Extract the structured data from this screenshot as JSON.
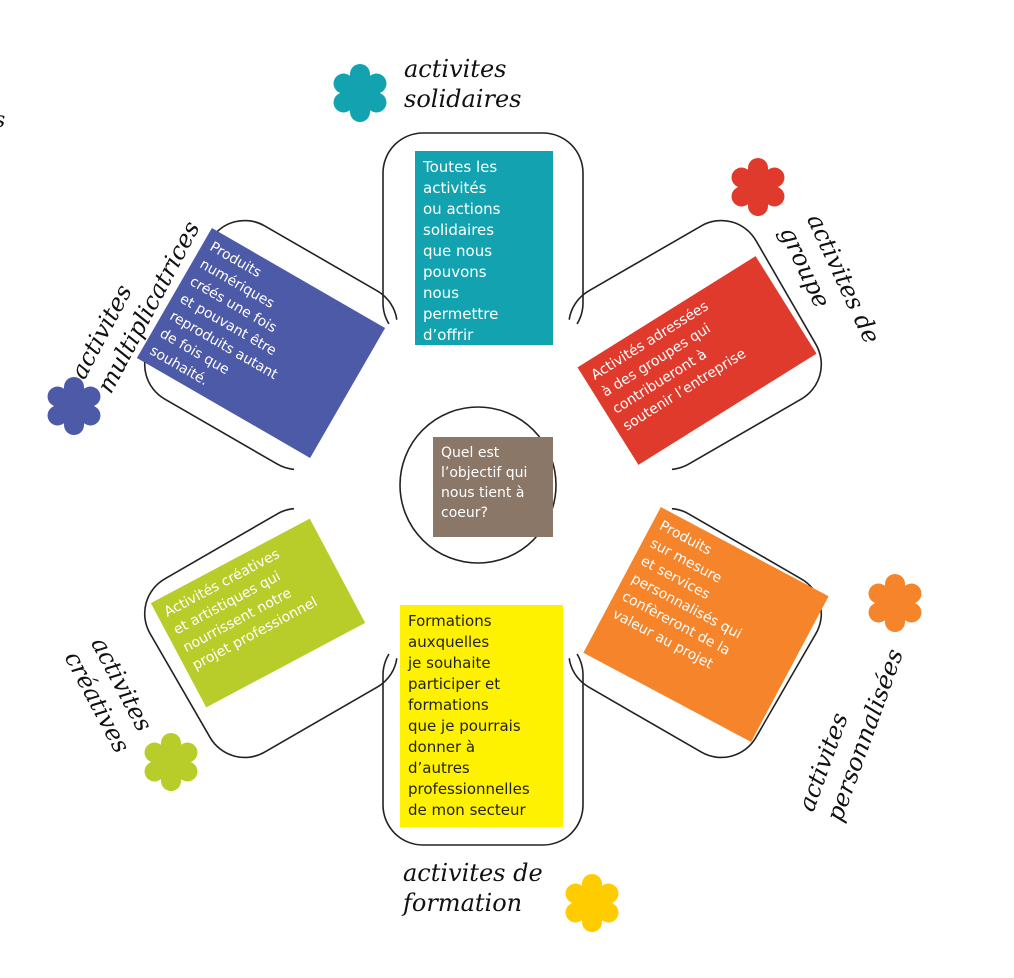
{
  "center": {
    "text": "Quel est\nl’objectif qui\nnous tient à\ncoeur?",
    "color": "#8b7767"
  },
  "petals": [
    {
      "key": "solidaires",
      "text": "Toutes les\nactivités\nou actions\nsolidaires\nque nous\npouvons\nnous\npermettre\nd’offrir",
      "label": "activites\nsolidaires",
      "color": "#13a3b0",
      "icon": "asterisk-icon"
    },
    {
      "key": "groupe",
      "text": "Activités adressées\nà des groupes qui\ncontribueront à\nsoutenir l’entreprise",
      "label": "activites de\ngroupe",
      "color": "#e03a2c",
      "icon": "asterisk-icon"
    },
    {
      "key": "personnalisees",
      "text": "Produits\nsur mesure\net services\npersonnalisés qui\nconfèreront de la\nvaleur au projet",
      "label": "activites\npersonnalisées",
      "color": "#f5842a",
      "icon": "asterisk-icon"
    },
    {
      "key": "formation",
      "text": "Formations\nauxquelles\nje souhaite\nparticiper et\nformations\nque je pourrais\ndonner à\nd’autres\nprofessionnelles\nde mon secteur",
      "label": "activites de\nformation",
      "color": "#fff200",
      "star_color": "#ffcc00",
      "icon": "asterisk-icon"
    },
    {
      "key": "creatives",
      "text": "Activités créatives\net artistiques qui\nnourrissent notre\nprojet professionnel",
      "label": "activites\ncréatives",
      "color": "#b8cc2a",
      "icon": "asterisk-icon"
    },
    {
      "key": "multiplicatrices",
      "text": "Produits\nnumériques\ncréés une fois\net pouvant être\nreproduits autant\nde fois que\nsouhaité.",
      "label": "activites\nmultiplicatrices",
      "color": "#4d5aa8",
      "icon": "asterisk-icon"
    }
  ],
  "stray_mark": "s"
}
